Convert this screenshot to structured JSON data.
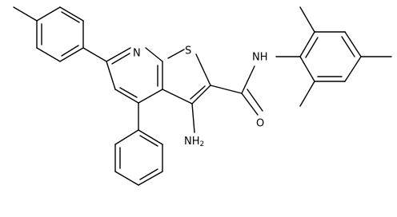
{
  "labels": {
    "pyridine_n": "N",
    "thiophene_s": "S",
    "amide_nh": "NH",
    "amide_o": "O",
    "amino": "NH",
    "amino_sub": "2"
  },
  "colors": {
    "bond": "#000000",
    "text": "#000000",
    "background": "#ffffff"
  }
}
